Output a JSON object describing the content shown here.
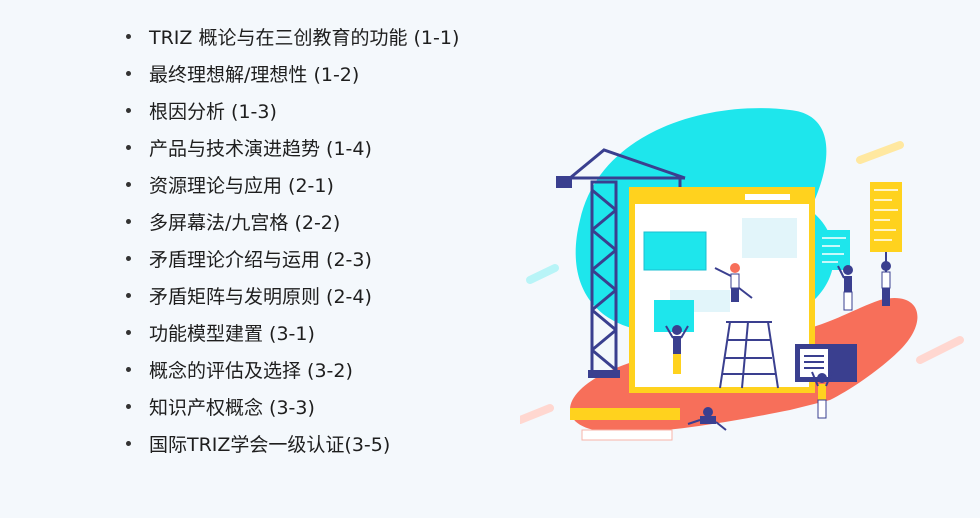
{
  "courses": [
    "TRIZ 概论与在三创教育的功能 (1-1)",
    "最终理想解/理想性 (1-2)",
    "根因分析 (1-3)",
    "产品与技术演进趋势 (1-4)",
    "资源理论与应用 (2-1)",
    "多屏幕法/九宫格 (2-2)",
    "矛盾理论介绍与运用 (2-3)",
    "矛盾矩阵与发明原则 (2-4)",
    "功能模型建置 (3-1)",
    "概念的评估及选择 (3-2)",
    "知识产权概念 (3-3)",
    "国际TRIZ学会一级认证(3-5)"
  ],
  "colors": {
    "background": "#f4f8fc",
    "text": "#1e1e1e",
    "teal": "#1ee6ec",
    "coral": "#f76f5a",
    "navy": "#3a3f8f",
    "yellow": "#ffd21e"
  }
}
